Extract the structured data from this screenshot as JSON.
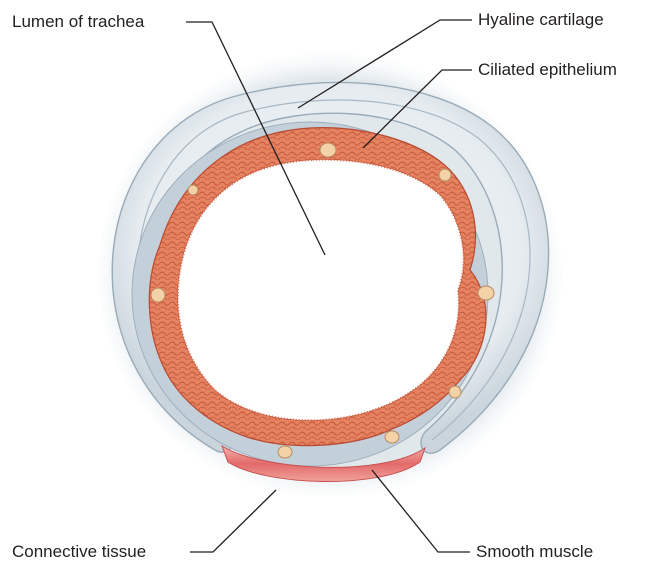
{
  "figure": {
    "labels": {
      "lumen": "Lumen of trachea",
      "hyaline": "Hyaline cartilage",
      "ciliated": "Ciliated epithelium",
      "connective": "Connective tissue",
      "smooth": "Smooth muscle"
    },
    "colors": {
      "cartilage_outer": "#cfd9e0",
      "cartilage_inner": "#eef2f5",
      "cartilage_edge": "#9aabb8",
      "submucosa": "#b9c6d1",
      "epithelium": "#e07a55",
      "epithelium_dark": "#c4553a",
      "gland": "#f3d2a8",
      "muscle": "#e26a6a",
      "muscle_light": "#f2a5a0",
      "leader": "#231f20"
    }
  }
}
